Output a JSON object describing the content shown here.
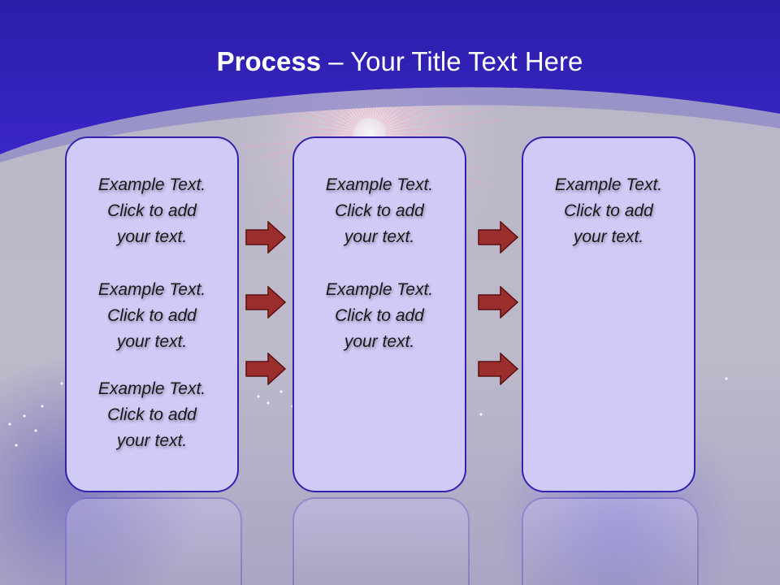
{
  "slide": {
    "title_bold": "Process",
    "title_rest": " – Your Title Text Here"
  },
  "columns": [
    {
      "items": [
        {
          "line1": "Example Text.",
          "line2": "Click  to add",
          "line3": "your text."
        },
        {
          "line1": "Example Text.",
          "line2": "Click  to add",
          "line3": "your text."
        },
        {
          "line1": "Example Text.",
          "line2": "Click  to add",
          "line3": "your text."
        }
      ]
    },
    {
      "items": [
        {
          "line1": "Example Text.",
          "line2": "Click  to add",
          "line3": "your text."
        },
        {
          "line1": "Example Text.",
          "line2": "Click  to add",
          "line3": "your text."
        }
      ]
    },
    {
      "items": [
        {
          "line1": "Example Text.",
          "line2": "Click  to add",
          "line3": "your text."
        }
      ]
    }
  ],
  "colors": {
    "header_blue": "#2f1fb5",
    "box_fill": "#cfcaf6",
    "box_border": "#3322b0",
    "arrow_fill": "#9b2d2d",
    "arrow_stroke": "#5a1010"
  }
}
